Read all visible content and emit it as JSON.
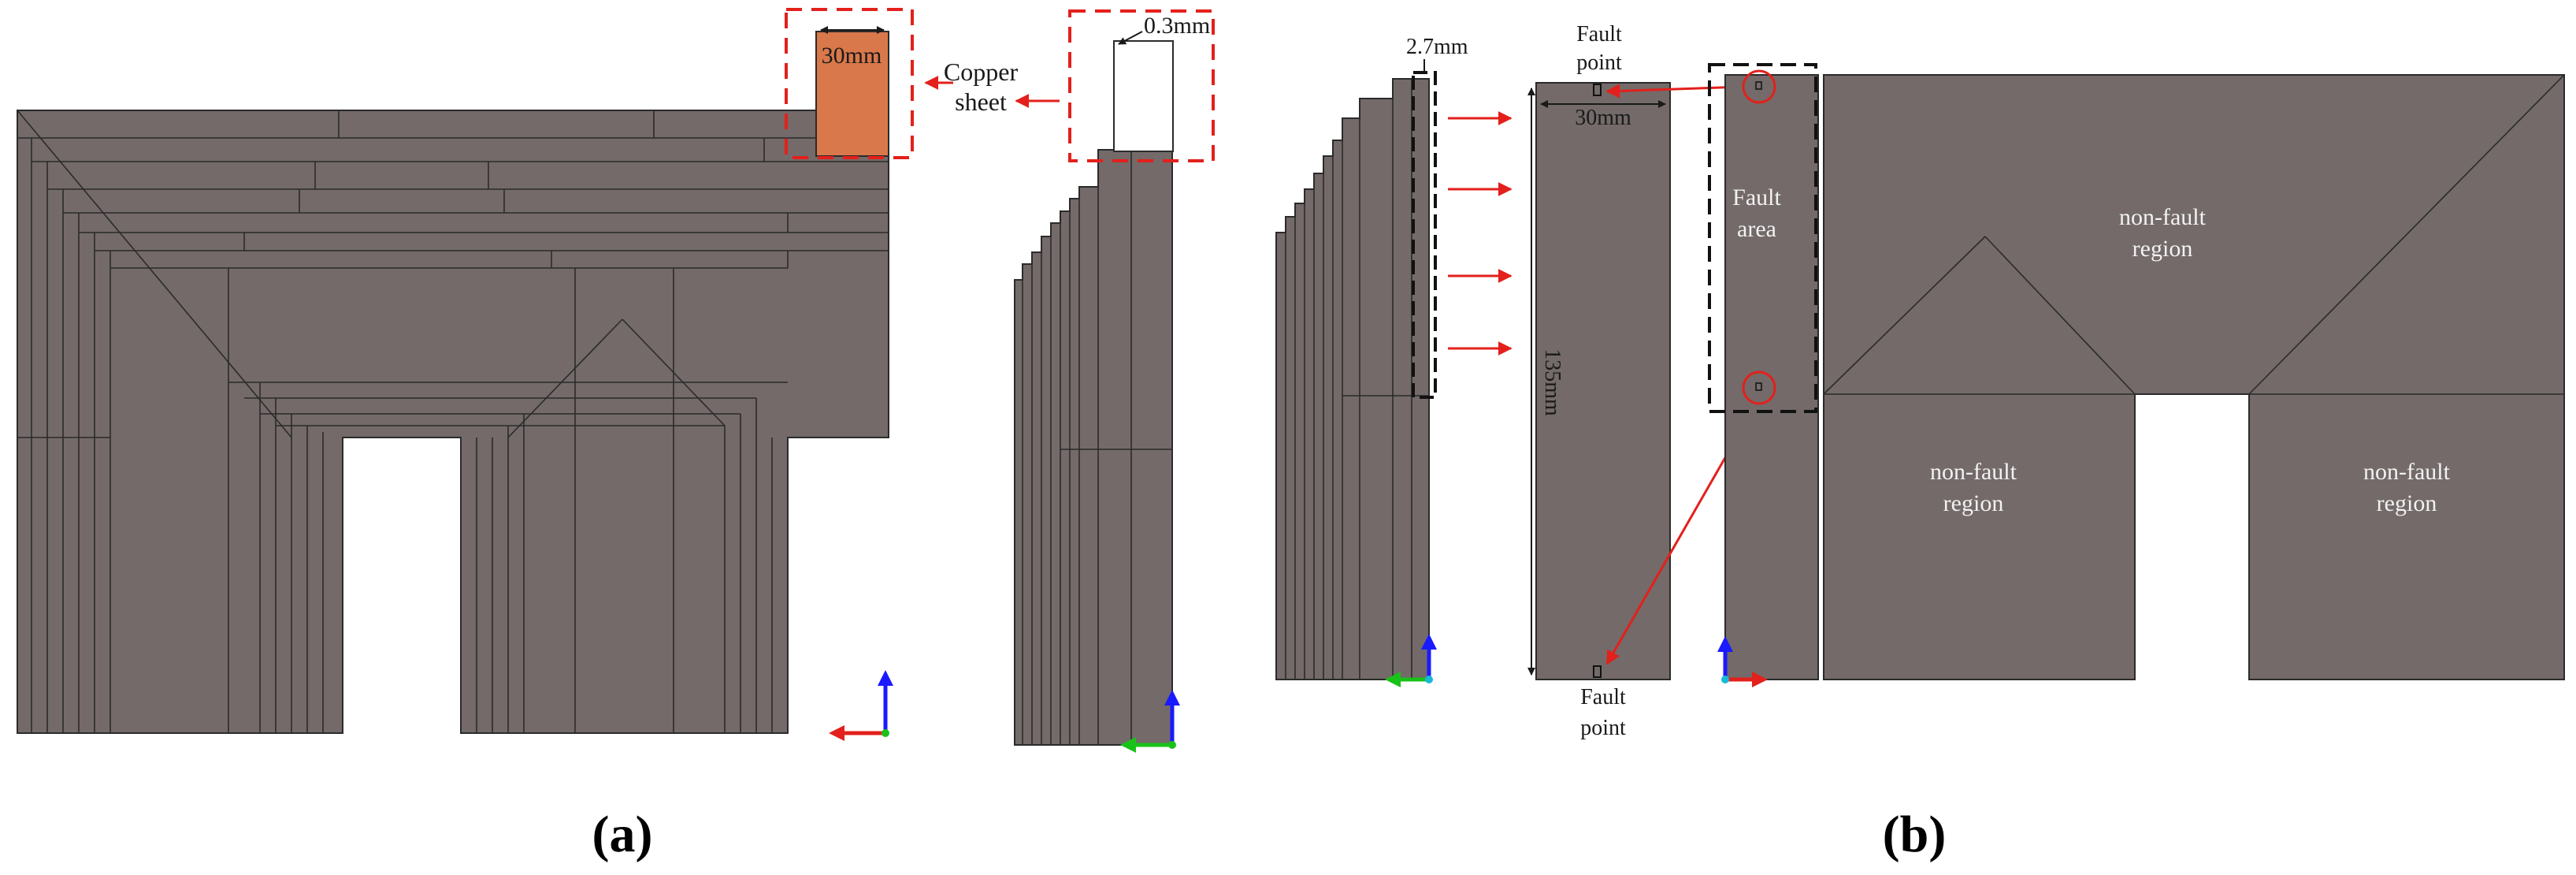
{
  "colors": {
    "core_fill": "#736a69",
    "core_line": "#2b2b2b",
    "copper_fill": "#d9784a",
    "highlight_red": "#e3201b",
    "axis_blue": "#1a1aff",
    "axis_green": "#19c219",
    "axis_red": "#e3201b"
  },
  "panel_a": {
    "caption": "(a)",
    "copper_width_label": "30mm",
    "copper_label_line1": "Copper",
    "copper_label_line2": "sheet",
    "gap_label": "0.3mm"
  },
  "panel_b": {
    "caption": "(b)",
    "thickness_label": "2.7mm",
    "fault_point_top_line1": "Fault",
    "fault_point_top_line2": "point",
    "width_label": "30mm",
    "height_label": "135mm",
    "fault_point_bottom_line1": "Fault",
    "fault_point_bottom_line2": "point",
    "fault_area_line1": "Fault",
    "fault_area_line2": "area",
    "non_fault_top_line1": "non-fault",
    "non_fault_top_line2": "region",
    "non_fault_left_line1": "non-fault",
    "non_fault_left_line2": "region",
    "non_fault_right_line1": "non-fault",
    "non_fault_right_line2": "region"
  }
}
